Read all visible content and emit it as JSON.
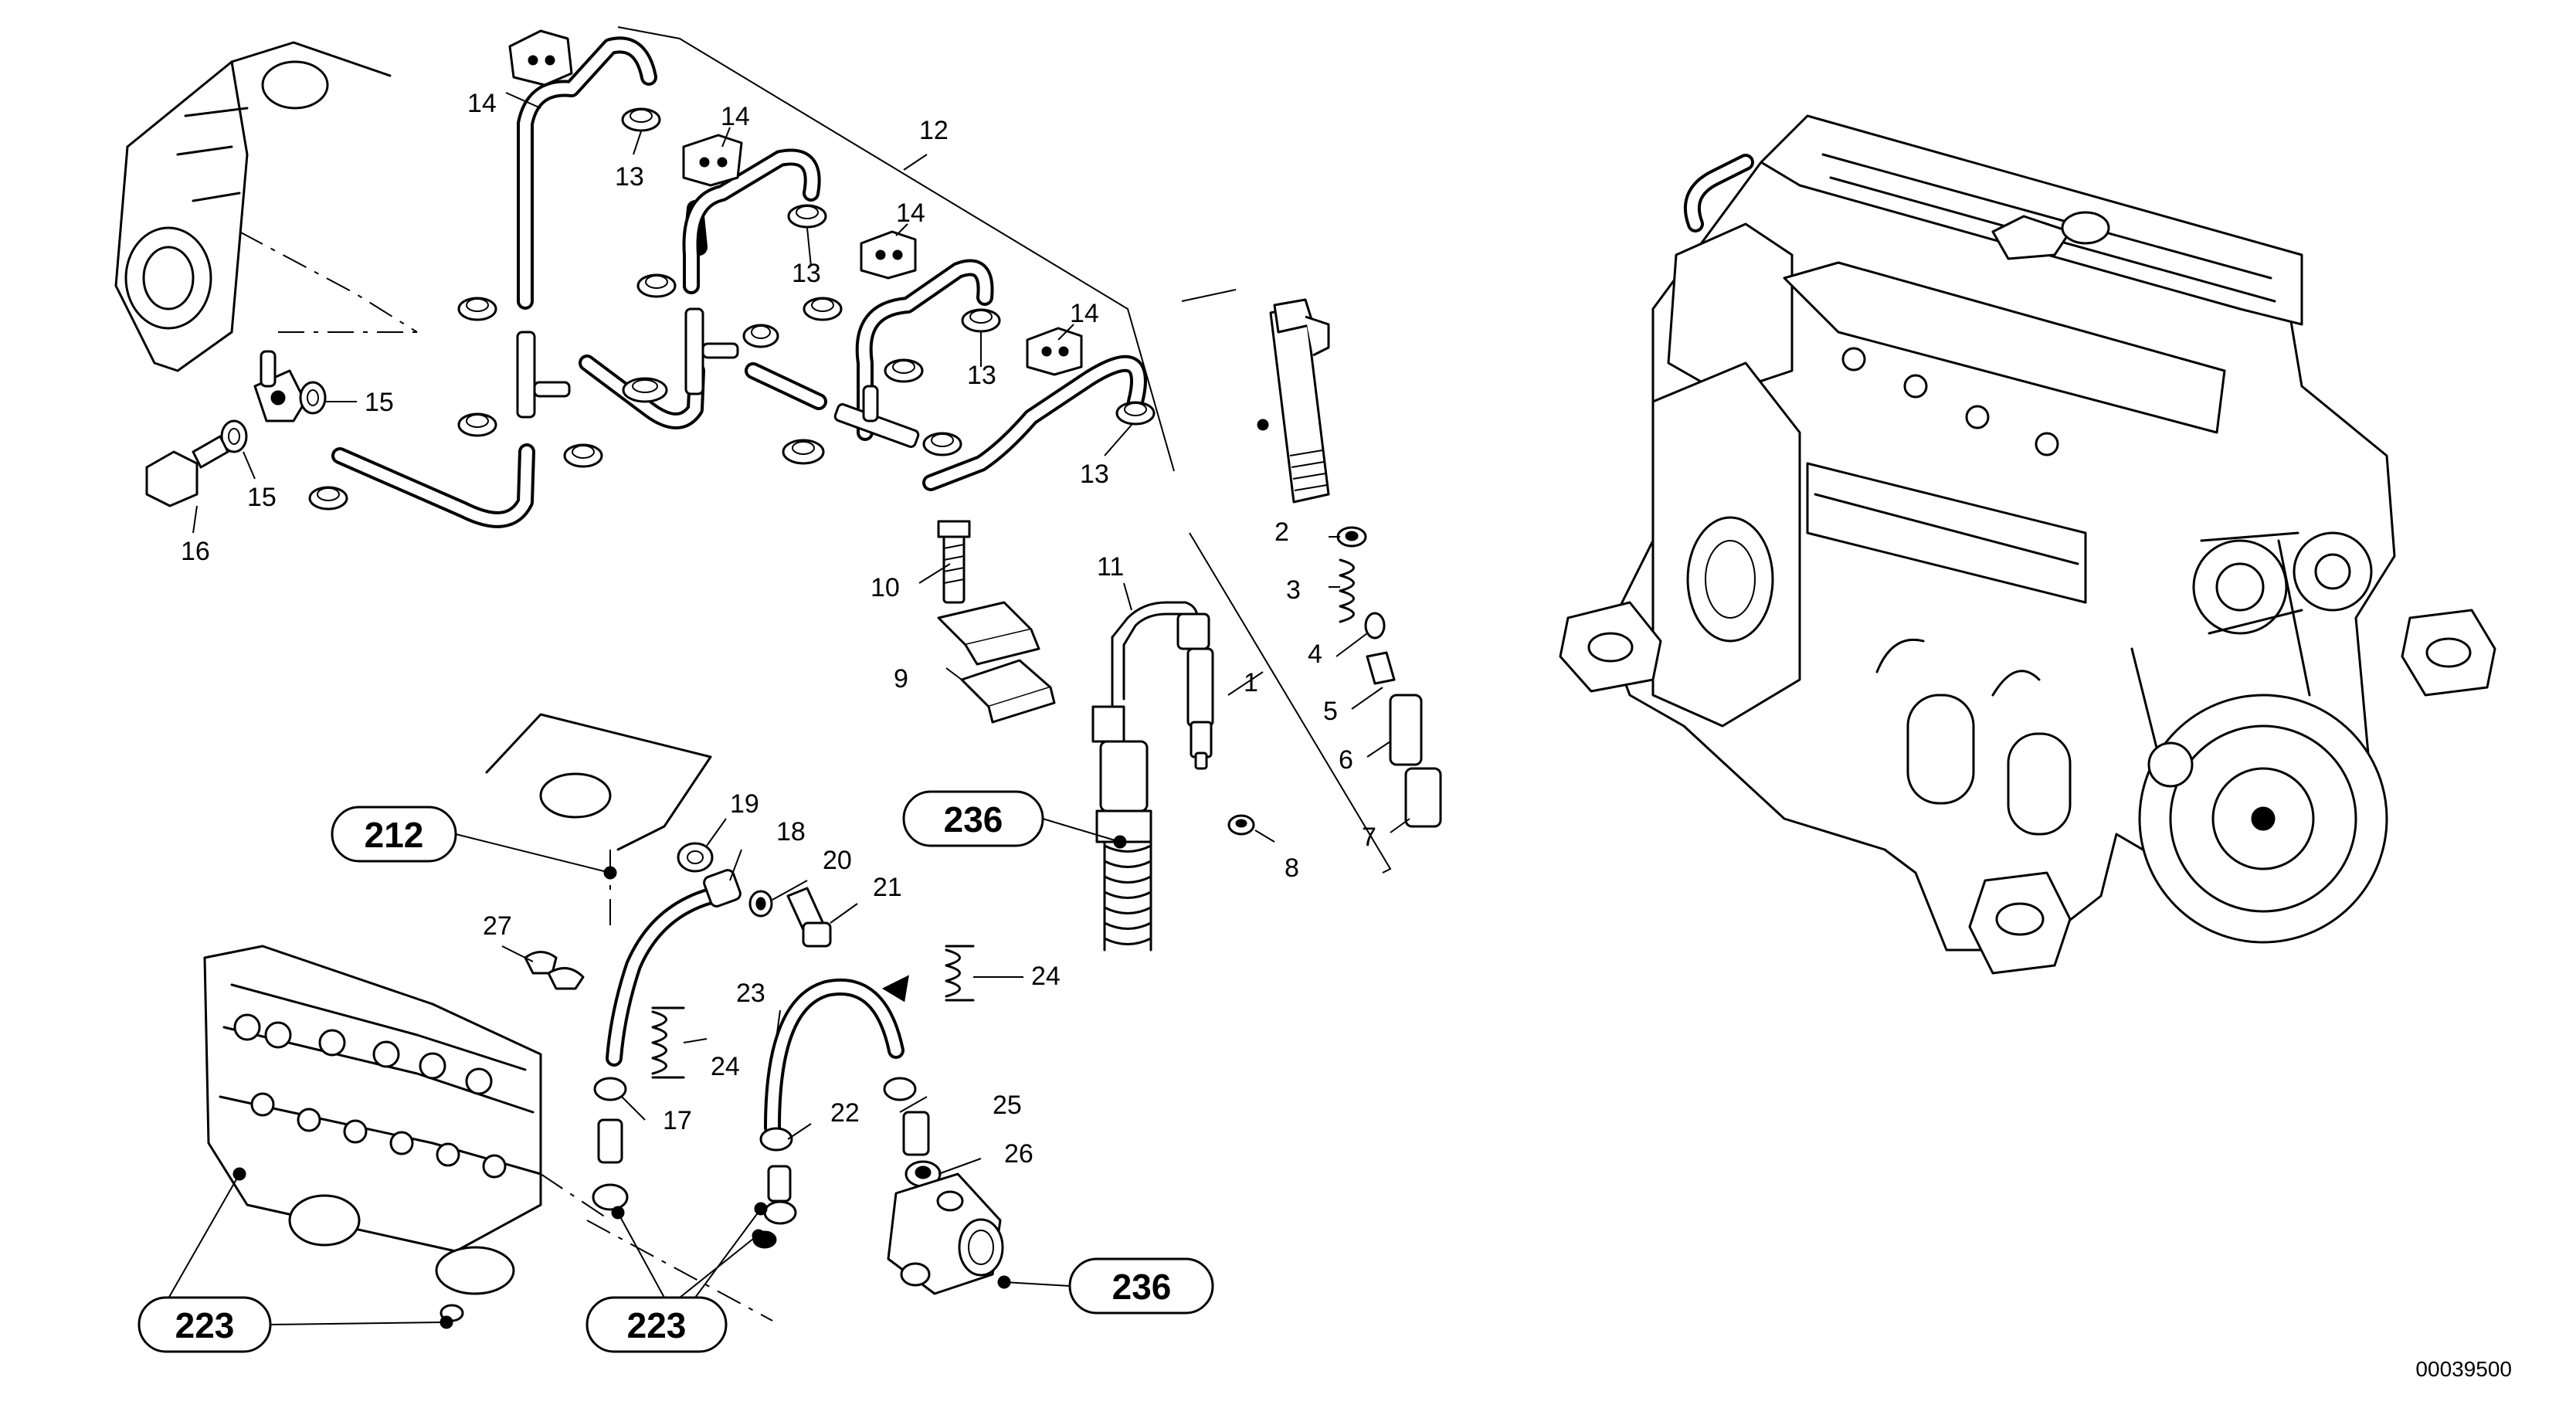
{
  "callouts": {
    "n1": "1",
    "n2": "2",
    "n3": "3",
    "n4": "4",
    "n5": "5",
    "n6": "6",
    "n7": "7",
    "n8": "8",
    "n9": "9",
    "n10": "10",
    "n11": "11",
    "n12": "12",
    "n13a": "13",
    "n13b": "13",
    "n13c": "13",
    "n13d": "13",
    "n14a": "14",
    "n14b": "14",
    "n14c": "14",
    "n14d": "14",
    "n15a": "15",
    "n15b": "15",
    "n16": "16",
    "n17": "17",
    "n18": "18",
    "n19": "19",
    "n20": "20",
    "n21": "21",
    "n22": "22",
    "n23": "23",
    "n24a": "24",
    "n24b": "24",
    "n25": "25",
    "n26": "26",
    "n27": "27"
  },
  "references": {
    "r212": "212",
    "r236a": "236",
    "r236b": "236",
    "r223a": "223",
    "r223b": "223"
  },
  "drawing_number": "00039500"
}
